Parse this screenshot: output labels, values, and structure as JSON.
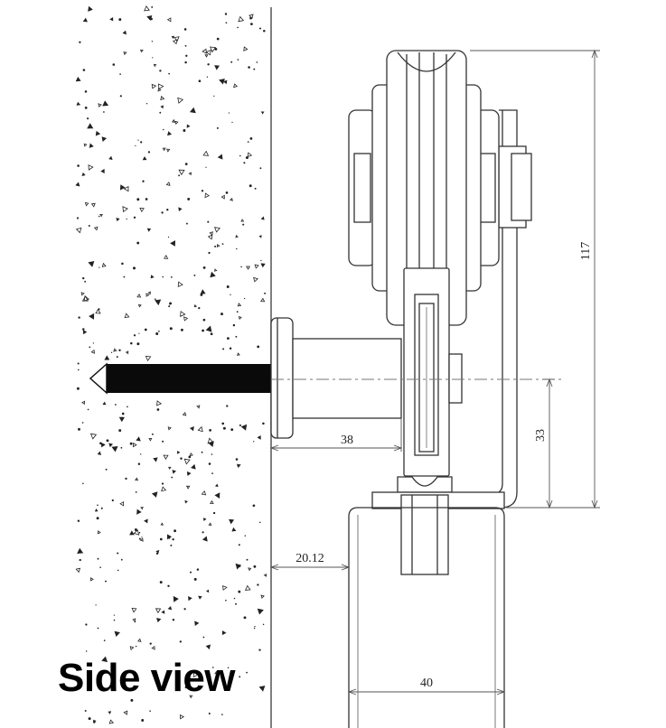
{
  "caption": "Side view",
  "dimensions": {
    "height_total": "117",
    "axis_height": "33",
    "bracket_length": "38",
    "door_gap": "20.12",
    "door_thickness": "40"
  }
}
